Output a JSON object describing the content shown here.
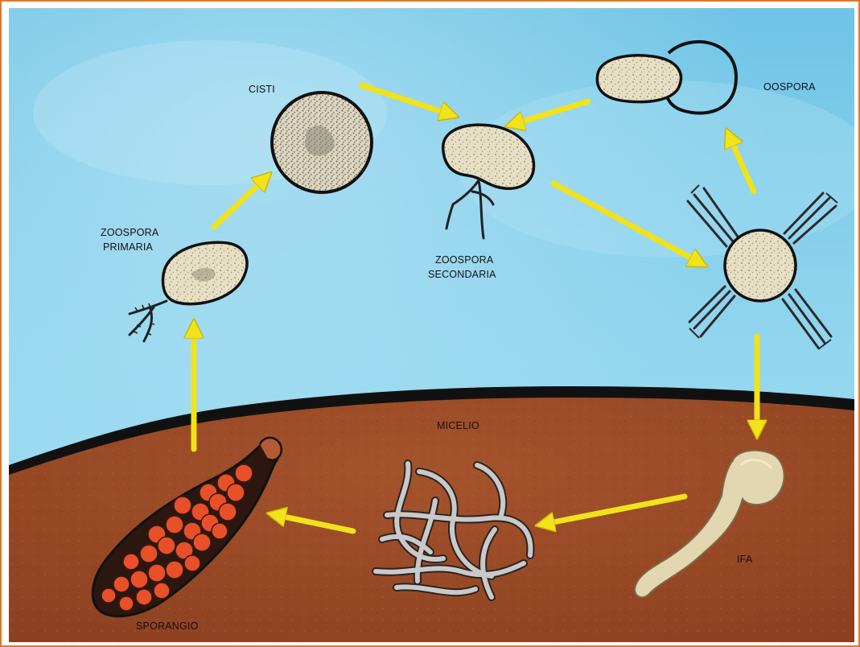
{
  "diagram": {
    "labels": {
      "cisti": "CISTI",
      "oospora": "OOSPORA",
      "zoospora_primaria_1": "ZOOSPORA",
      "zoospora_primaria_2": "PRIMARIA",
      "zoospora_secondaria_1": "ZOOSPORA",
      "zoospora_secondaria_2": "SECONDARIA",
      "micelio": "MICELIO",
      "ifa": "IFA",
      "sporangio": "SPORANGIO"
    },
    "colors": {
      "frame": "#e0782a",
      "water": "#8fd0ea",
      "soil": "#9a4a26",
      "arrow": "#f2e21a",
      "spore": "#e9e2c8",
      "outline": "#111111",
      "sporangium_cells": "#e8502a"
    }
  }
}
